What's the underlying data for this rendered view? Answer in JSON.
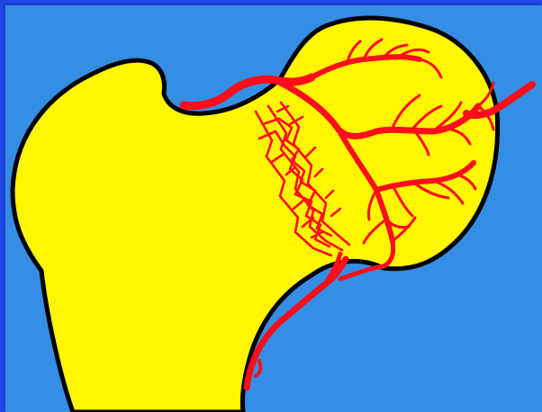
{
  "figure": {
    "background_color": "#348ee4",
    "frame_color": "#2046e6",
    "bone_fill_color": "#fff600",
    "outline_color": "#000000",
    "vessel_color": "#ff0d1b",
    "parts": [
      "proximal-femur-shaft",
      "greater-trochanter",
      "femoral-neck",
      "femoral-head",
      "artery-of-ligamentum-teres",
      "retinacular-arteries",
      "ascending-cervical-branch",
      "epiphyseal-vessel-network"
    ]
  }
}
